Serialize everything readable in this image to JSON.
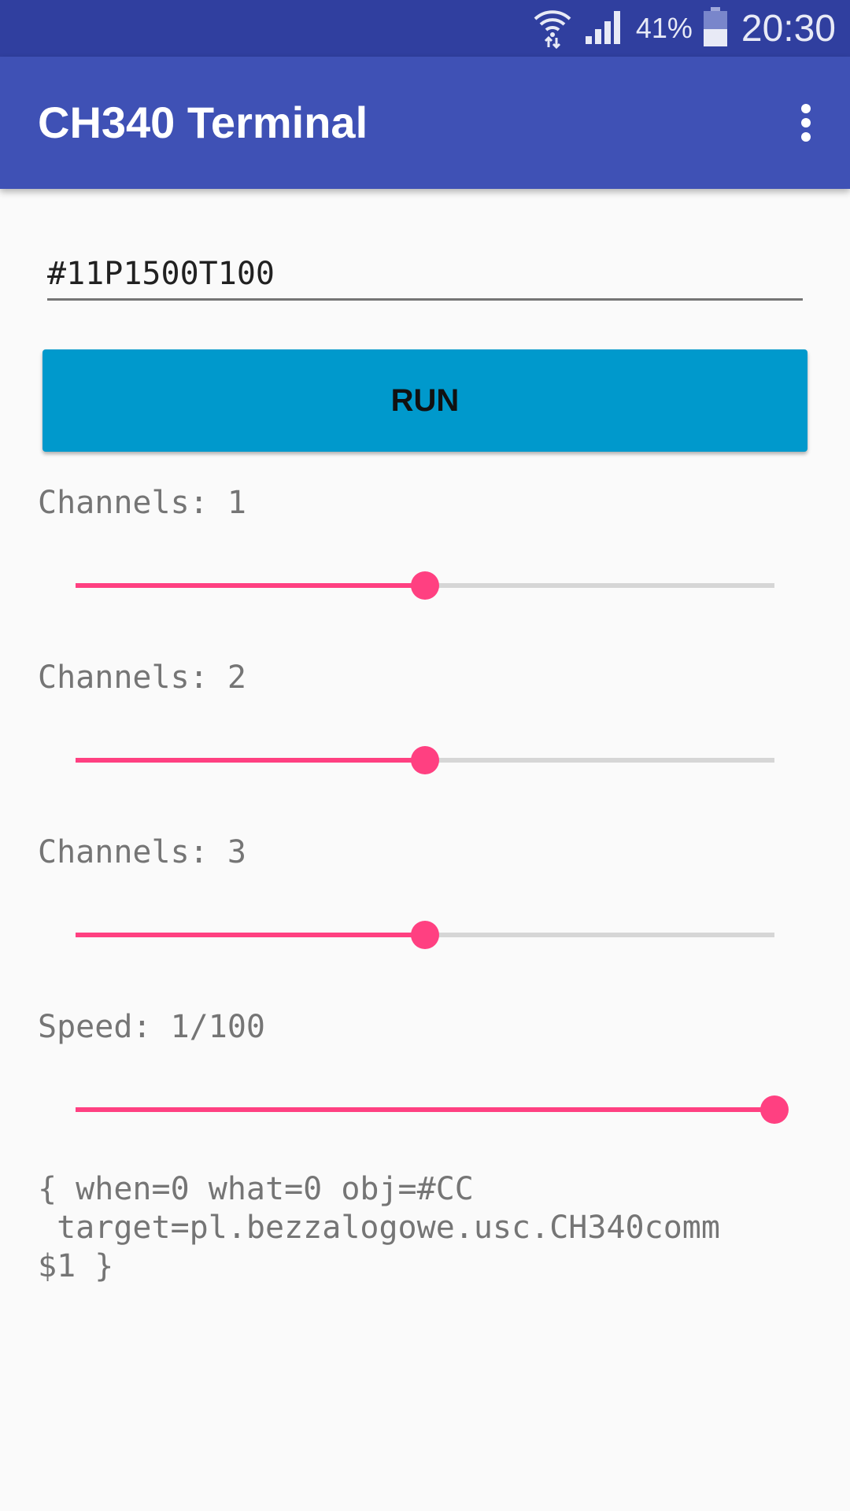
{
  "status_bar": {
    "battery_percent": "41%",
    "time": "20:30",
    "icons": [
      "wifi-icon",
      "signal-icon",
      "battery-icon"
    ],
    "color": "#303f9f"
  },
  "toolbar": {
    "title": "CH340 Terminal",
    "menu_icon": "overflow-menu-icon",
    "color": "#3f51b5"
  },
  "command": {
    "value": "#11P1500T100"
  },
  "run_button": {
    "label": "RUN",
    "color": "#0099cc"
  },
  "sliders": [
    {
      "label": "Channels: 1",
      "level": 0.5
    },
    {
      "label": "Channels: 2",
      "level": 0.5
    },
    {
      "label": "Channels: 3",
      "level": 0.5
    },
    {
      "label": "Speed: 1/100",
      "level": 1.0
    }
  ],
  "slider_accent_color": "#ff4081",
  "log": {
    "text": "{ when=0 what=0 obj=#CC\n target=pl.bezzalogowe.usc.CH340comm\n$1 }"
  }
}
